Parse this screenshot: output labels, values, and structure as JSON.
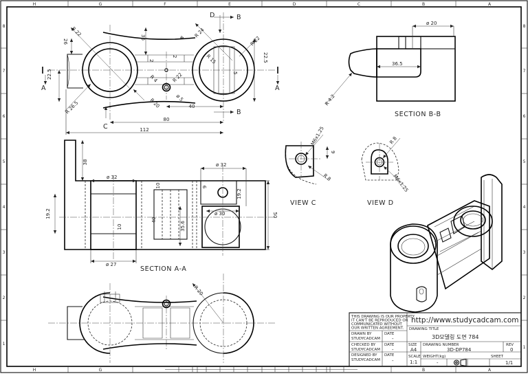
{
  "sheet": {
    "zones_top": [
      "H",
      "G",
      "F",
      "E",
      "D",
      "C",
      "B",
      "A"
    ],
    "zones_side": [
      "8",
      "7",
      "6",
      "5",
      "4",
      "3",
      "2",
      "1"
    ]
  },
  "views": {
    "section_bb": "SECTION  B-B",
    "section_aa": "SECTION  A-A",
    "view_c": "VIEW C",
    "view_d": "VIEW  D"
  },
  "marks": {
    "A": "A",
    "B": "B",
    "C": "C",
    "D": "D"
  },
  "dims_top": {
    "r22_left": "R 22",
    "d36": "36",
    "d4": "4",
    "r24": "R 24",
    "r22_right": "R 22",
    "d26": "26",
    "d2": "2",
    "d225_right": "22.5",
    "r15": "R 15",
    "d5": "5",
    "d225_left": "22.5",
    "r4": "R 4",
    "r22_mid": "R 22",
    "r20": "R 20",
    "d05": "ø 5",
    "d40": "40",
    "r265": "R 26.5",
    "d80": "80",
    "d112": "112"
  },
  "dims_bb": {
    "d20": "ø 20",
    "d365": "36.5",
    "r42": "R 4.2"
  },
  "dims_aa": {
    "d38": "38",
    "d32_left": "ø 32",
    "d32_right": "ø 32",
    "d10_top": "10",
    "d9": "9",
    "d192_right": "19.2",
    "d192_left": "19.2",
    "d30": "ø 30",
    "d50": "50",
    "d10_low": "10",
    "d40": "40",
    "d356": "35.6",
    "d27": "ø 27"
  },
  "dims_cd": {
    "m6c": "M6x1.25",
    "r8c": "R 8",
    "d9c": "9",
    "r8d": "R 8",
    "m6d": "M6x1.25"
  },
  "dims_bottom": {
    "r20": "R 20"
  },
  "title_block": {
    "notice": [
      "THIS DRAWING IS OUR PROPERTY.",
      "IT CAN'T BE REPRODUCED OR",
      "COMMUNICATED WITHOUT",
      "OUR WRITTEN AGREEMENT."
    ],
    "website": "http://www.studycadcam.com",
    "drawing_title_label": "DRAWING TITLE",
    "drawing_title": "3D모델링 도면 784",
    "drawn_by_label": "DRAWN BY",
    "drawn_by": "STUDYCADCAM",
    "checked_by_label": "CHECKED BY",
    "checked_by": "STUDYCADCAM",
    "designed_by_label": "DESIGNED BY",
    "designed_by": "STUDYCADCAM",
    "date_label": "DATE",
    "date_value": "-",
    "size_label": "SIZE",
    "size_value": "A4",
    "drawing_number_label": "DRAWING NUMBER",
    "drawing_number": "3D-DP784",
    "rev_label": "REV",
    "rev_value": "0",
    "scale_label": "SCALE",
    "scale_value": "1:1",
    "weight_label": "WEIGHT(kg)",
    "weight_value": "-",
    "sheet_label": "SHEET",
    "sheet_value": "1/1"
  }
}
